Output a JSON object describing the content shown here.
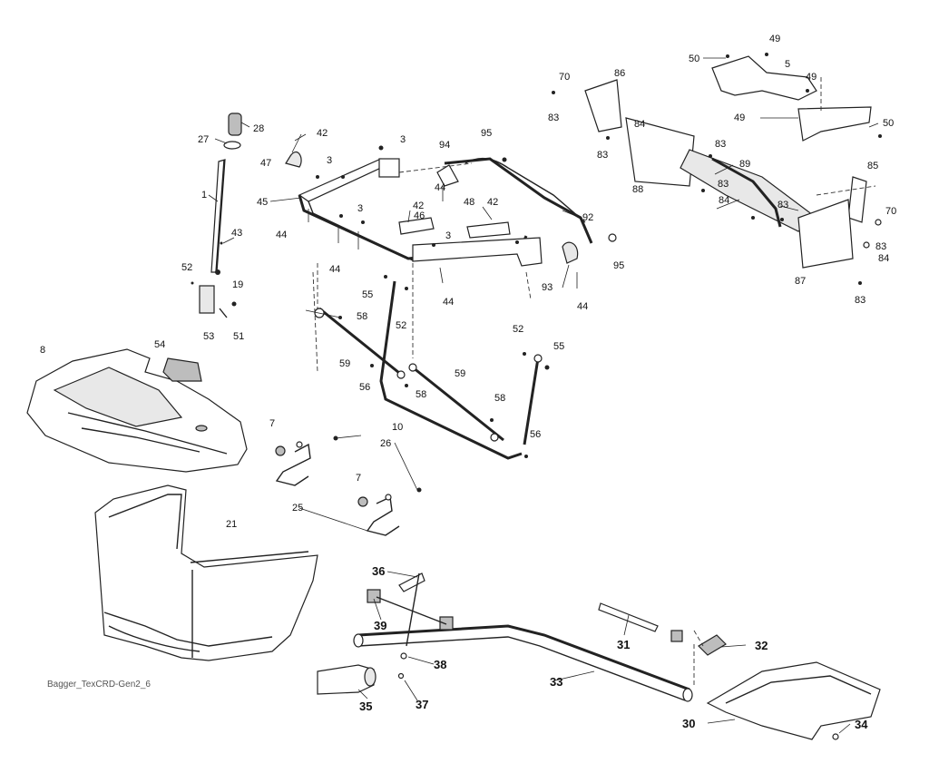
{
  "caption": "Bagger_TexCRD-Gen2_6",
  "labels": {
    "l1": "1",
    "l3a": "3",
    "l3b": "3",
    "l3c": "3",
    "l3d": "3",
    "l5": "5",
    "l7a": "7",
    "l7b": "7",
    "l8": "8",
    "l10": "10",
    "l19": "19",
    "l21": "21",
    "l25": "25",
    "l26": "26",
    "l27": "27",
    "l28": "28",
    "l30": "30",
    "l31": "31",
    "l32": "32",
    "l33": "33",
    "l34": "34",
    "l35": "35",
    "l36": "36",
    "l37": "37",
    "l38": "38",
    "l39": "39",
    "l42a": "42",
    "l42b": "42",
    "l42c": "42",
    "l43": "43",
    "l44a": "44",
    "l44b": "44",
    "l44c": "44",
    "l44d": "44",
    "l44e": "44",
    "l45": "45",
    "l46": "46",
    "l47": "47",
    "l48": "48",
    "l49a": "49",
    "l49b": "49",
    "l49c": "49",
    "l50a": "50",
    "l50b": "50",
    "l51": "51",
    "l52a": "52",
    "l52b": "52",
    "l52c": "52",
    "l53": "53",
    "l54": "54",
    "l55a": "55",
    "l55b": "55",
    "l56a": "56",
    "l56b": "56",
    "l58a": "58",
    "l58b": "58",
    "l58c": "58",
    "l59a": "59",
    "l59b": "59",
    "l70a": "70",
    "l70b": "70",
    "l83a": "83",
    "l83b": "83",
    "l83c": "83",
    "l83d": "83",
    "l83e": "83",
    "l83f": "83",
    "l83g": "83",
    "l84a": "84",
    "l84b": "84",
    "l84c": "84",
    "l85": "85",
    "l86": "86",
    "l87": "87",
    "l88": "88",
    "l89": "89",
    "l92": "92",
    "l93": "93",
    "l94": "94",
    "l95a": "95",
    "l95b": "95"
  }
}
